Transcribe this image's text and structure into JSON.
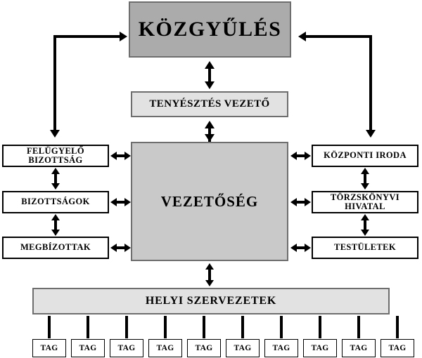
{
  "diagram": {
    "title_node": {
      "label": "KÖZGYŰLÉS"
    },
    "breeding_node": {
      "label": "TENYÉSZTÉS VEZETŐ"
    },
    "board_node": {
      "label": "VEZETŐSÉG"
    },
    "local_node": {
      "label": "HELYI SZERVEZETEK"
    },
    "left_column": [
      {
        "label": "FELÜGYELŐ BIZOTTSÁG"
      },
      {
        "label": "BIZOTTSÁGOK"
      },
      {
        "label": "MEGBÍZOTTAK"
      }
    ],
    "right_column": [
      {
        "label": "KÖZPONTI IRODA"
      },
      {
        "label": "TÖRZSKÖNYVI HIVATAL"
      },
      {
        "label": "TESTÜLETEK"
      }
    ],
    "members": [
      {
        "label": "TAG"
      },
      {
        "label": "TAG"
      },
      {
        "label": "TAG"
      },
      {
        "label": "TAG"
      },
      {
        "label": "TAG"
      },
      {
        "label": "TAG"
      },
      {
        "label": "TAG"
      },
      {
        "label": "TAG"
      },
      {
        "label": "TAG"
      },
      {
        "label": "TAG"
      }
    ],
    "colors": {
      "assembly_fill": "#ababab",
      "board_fill": "#c9c9c9",
      "secondary_fill": "#e2e2e2",
      "node_fill": "#ffffff",
      "border_dark": "#6e6e6e",
      "border_black": "#000000",
      "connector": "#000000",
      "background": "#ffffff"
    }
  }
}
